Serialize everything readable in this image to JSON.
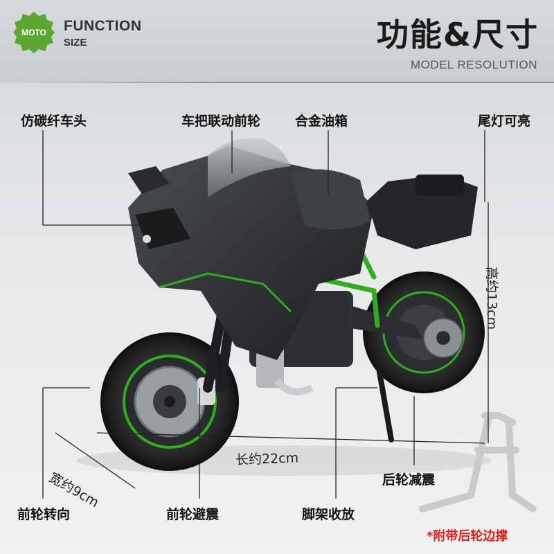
{
  "header": {
    "badge": "MOTO",
    "function_title": "FUNCTION",
    "function_sub": "SIZE",
    "main_title": "功能&尺寸",
    "resolution": "MODEL RESOLUTION"
  },
  "features": {
    "carbon_head": "仿碳纤车头",
    "handlebar_linked": "车把联动前轮",
    "alloy_tank": "合金油箱",
    "tail_light": "尾灯可亮",
    "front_steering": "前轮转向",
    "front_suspension": "前轮避震",
    "kickstand": "脚架收放",
    "rear_suspension": "后轮减震"
  },
  "dimensions": {
    "height": "高约13cm",
    "length": "长约22cm",
    "width": "宽约9cm"
  },
  "note": "*附带后轮边撑",
  "colors": {
    "badge_green": "#5aa832",
    "accent_green": "#2fae1e",
    "note_red": "#e0201c"
  }
}
